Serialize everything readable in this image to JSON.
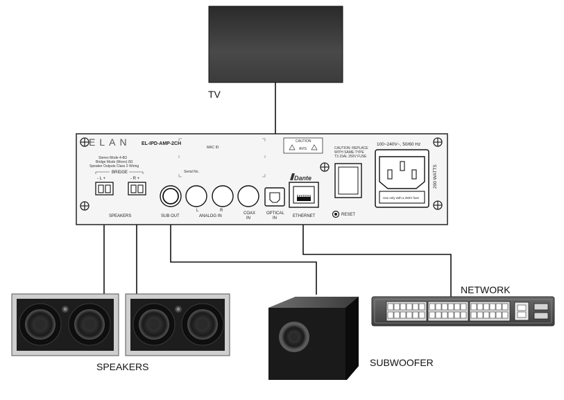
{
  "labels": {
    "tv": "TV",
    "speakers": "SPEAKERS",
    "subwoofer": "SUBWOOFER",
    "network": "NETWORK"
  },
  "amp": {
    "brand": "ELAN",
    "model": "EL-IPD-AMP-2CH",
    "mac_id": "MAC ID",
    "serial_no": "Serial No.",
    "stereo_mode": "Stereo Mode 4-8Ω",
    "bridge_mode": "Bridge Mode (Mono) 8Ω",
    "speaker_outputs": "Speaker Outputs Class 2 Wiring",
    "bridge": "BRIDGE",
    "left_polarity": "- L +",
    "right_polarity": "- R +",
    "speakers_port": "SPEAKERS",
    "sub_out": "SUB OUT",
    "analog_l": "L",
    "analog_r": "R",
    "analog_in": "ANALOG IN",
    "coax": "COAX",
    "coax_in": "IN",
    "optical": "OPTICAL",
    "optical_in": "IN",
    "dante": "Dante",
    "ethernet": "ETHERNET",
    "reset": "RESET",
    "caution": "CAUTION",
    "avis": "AVIS",
    "caution_replace_1": "CAUTION: REPLACE",
    "caution_replace_2": "WITH SAME TYPE",
    "caution_replace_3": "T3.15AL 250V FUSE",
    "voltage": "100~240V~, 50/60 Hz",
    "watts": "200 WATTS",
    "fuse_note": "Use only with a 250V fuse"
  },
  "colors": {
    "panel": "#f4f4f4",
    "panel_border": "#222222",
    "tv_screen": "#3a3939",
    "line": "#111111",
    "speaker_frame": "#c9c9c9",
    "switch_body": "#5a5a5a"
  }
}
